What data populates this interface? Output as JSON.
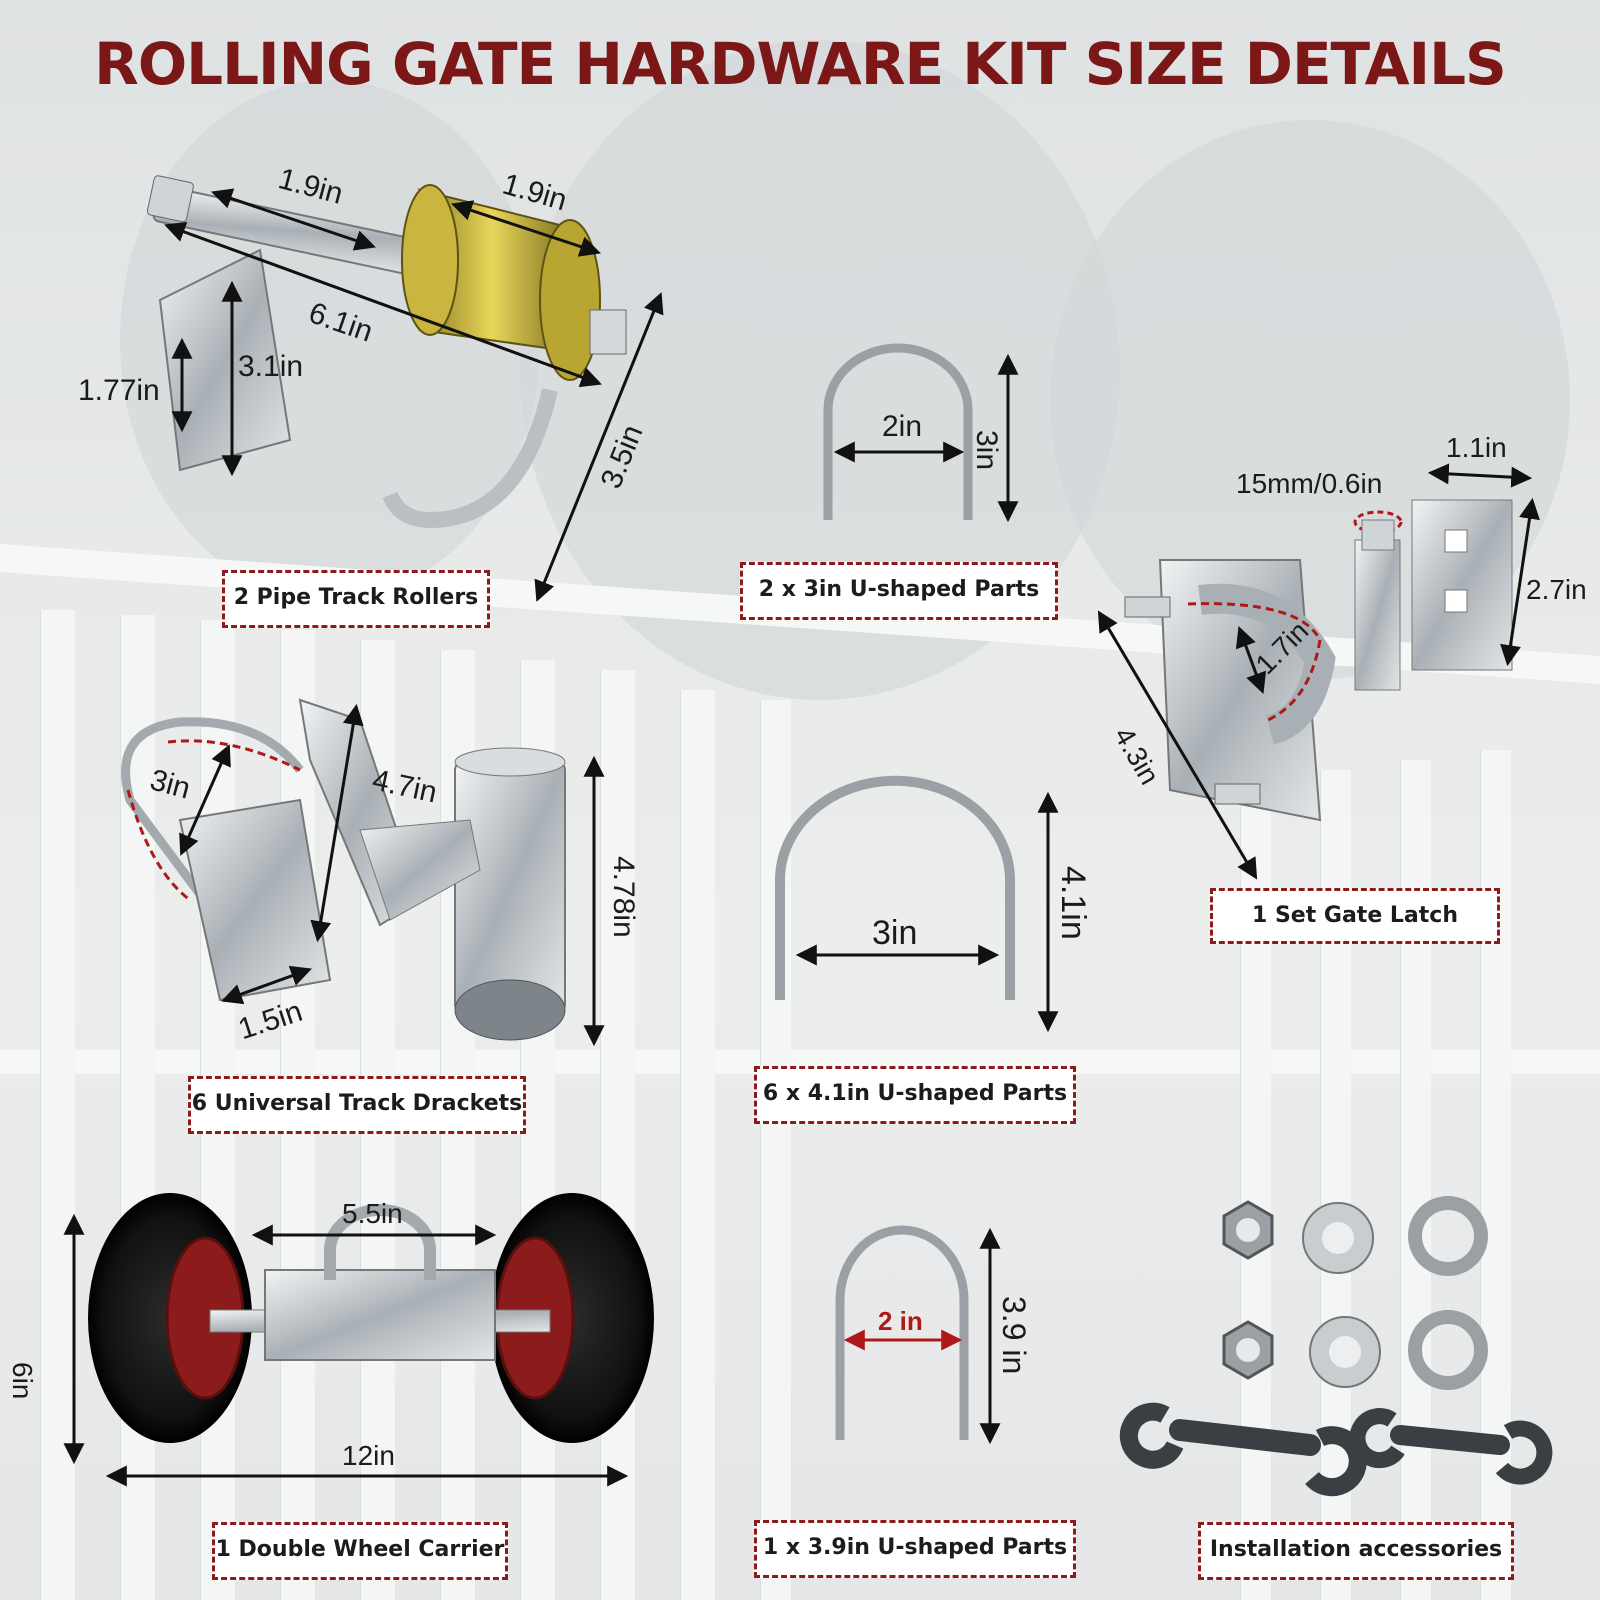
{
  "title": "ROLLING GATE HARDWARE KIT SIZE DETAILS",
  "labels": {
    "pipe_rollers": "2 Pipe Track Rollers",
    "u3": "2 x 3in U-shaped Parts",
    "latch": "1 Set Gate Latch",
    "brackets": "6 Universal Track Drackets",
    "u41": "6 x 4.1in U-shaped Parts",
    "carrier": "1 Double Wheel Carrier",
    "u39": "1 x 3.9in U-shaped Parts",
    "accessories": "Installation accessories"
  },
  "dims": {
    "roller_a": "1.9in",
    "roller_b": "1.9in",
    "roller_length": "6.1in",
    "roller_plate_h": "3.1in",
    "roller_plate_w": "1.77in",
    "roller_height": "3.5in",
    "u3_width": "2in",
    "u3_height": "3in",
    "latch_pin": "15mm/0.6in",
    "latch_plate_w": "1.1in",
    "latch_plate_h": "2.7in",
    "latch_clamp": "1.7in",
    "latch_length": "4.3in",
    "bracket_u": "3in",
    "bracket_arm": "4.7in",
    "bracket_pipe": "4.78in",
    "bracket_base": "1.5in",
    "u41_width": "3in",
    "u41_height": "4.1in",
    "carrier_gap": "5.5in",
    "carrier_height": "6in",
    "carrier_width": "12in",
    "u39_width": "2 in",
    "u39_height": "3.9 in"
  },
  "colors": {
    "title": "#7b1716",
    "label_border": "#8c1c1c",
    "accent_red": "#b01818"
  }
}
